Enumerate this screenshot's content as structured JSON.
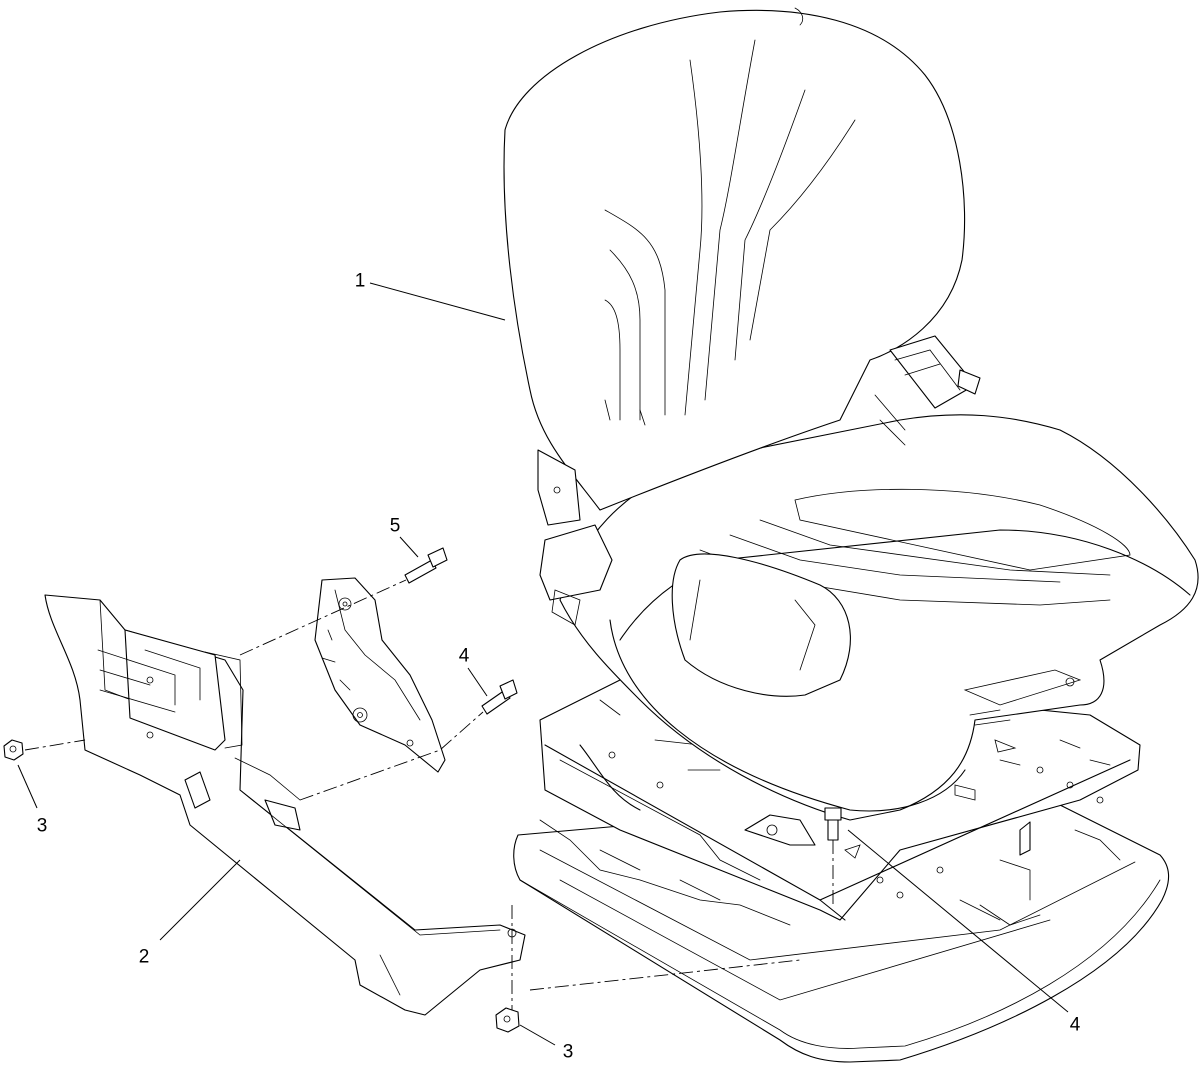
{
  "callouts": [
    {
      "id": "c1",
      "label": "1"
    },
    {
      "id": "c2",
      "label": "2"
    },
    {
      "id": "c3a",
      "label": "3"
    },
    {
      "id": "c3b",
      "label": "3"
    },
    {
      "id": "c4a",
      "label": "4"
    },
    {
      "id": "c4b",
      "label": "4"
    },
    {
      "id": "c5",
      "label": "5"
    }
  ]
}
